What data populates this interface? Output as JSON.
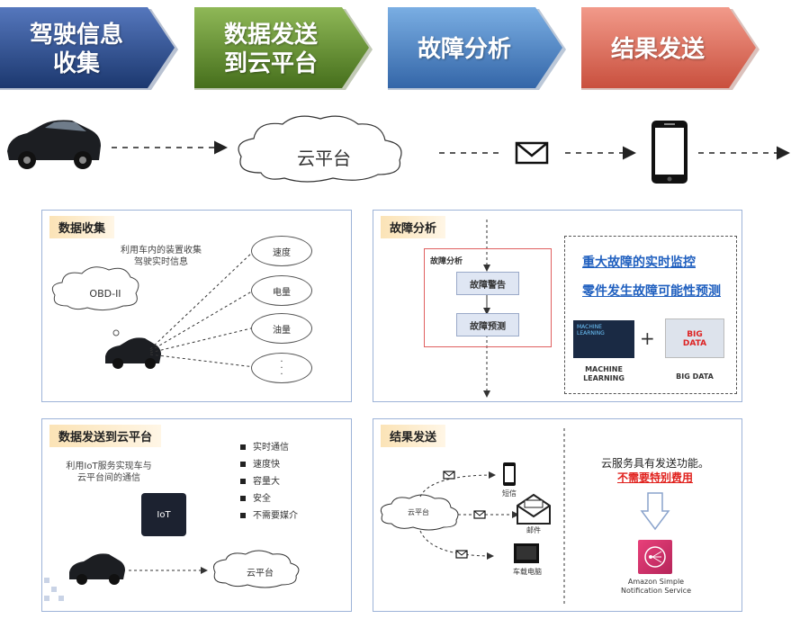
{
  "process_steps": [
    {
      "label": "驾驶信息\n收集",
      "color_top": "#4c6fb5",
      "color_bottom": "#1f3e7c"
    },
    {
      "label": "数据发送\n到云平台",
      "color_top": "#86b04a",
      "color_bottom": "#4d7a21"
    },
    {
      "label": "故障分析",
      "color_top": "#6c9fd8",
      "color_bottom": "#3b6fb0"
    },
    {
      "label": "结果发送",
      "color_top": "#ee8a7a",
      "color_bottom": "#cf5a48"
    }
  ],
  "flow": {
    "cloud_label": "云平台"
  },
  "panels": {
    "collect": {
      "title": "数据收集",
      "desc": "利用车内的装置收集\n驾驶实时信息",
      "obd_label": "OBD-II",
      "items": [
        "速度",
        "电量",
        "油量",
        "·\n·\n·"
      ]
    },
    "analysis": {
      "title": "故障分析",
      "inner_title": "故障分析",
      "steps": [
        "故障警告",
        "故障预测"
      ],
      "headline1": "重大故障的实时监控",
      "headline2": "零件发生故障可能性预测",
      "ml_label": "MACHINE\nLEARNING",
      "ml_icon_text": "MACHINE\nLEARNING",
      "plus": "+",
      "bd_label": "BIG DATA",
      "bd_icon_text": "BIG\nDATA"
    },
    "send": {
      "title": "数据发送到云平台",
      "desc": "利用IoT服务实现车与\n云平台间的通信",
      "iot_text": "IoT",
      "features": [
        "实时通信",
        "速度快",
        "容量大",
        "安全",
        "不需要媒介"
      ],
      "cloud_label": "云平台"
    },
    "result": {
      "title": "结果发送",
      "cloud_label": "云平台",
      "targets": [
        "短信",
        "邮件",
        "车载电脑"
      ],
      "note1": "云服务具有发送功能。",
      "note2": "不需要特别费用",
      "sns_label": "Amazon Simple\nNotification Service"
    }
  },
  "colors": {
    "accent_red": "#e0201c",
    "accent_blue": "#1f5fbf",
    "panel_border": "#9db3d8"
  }
}
